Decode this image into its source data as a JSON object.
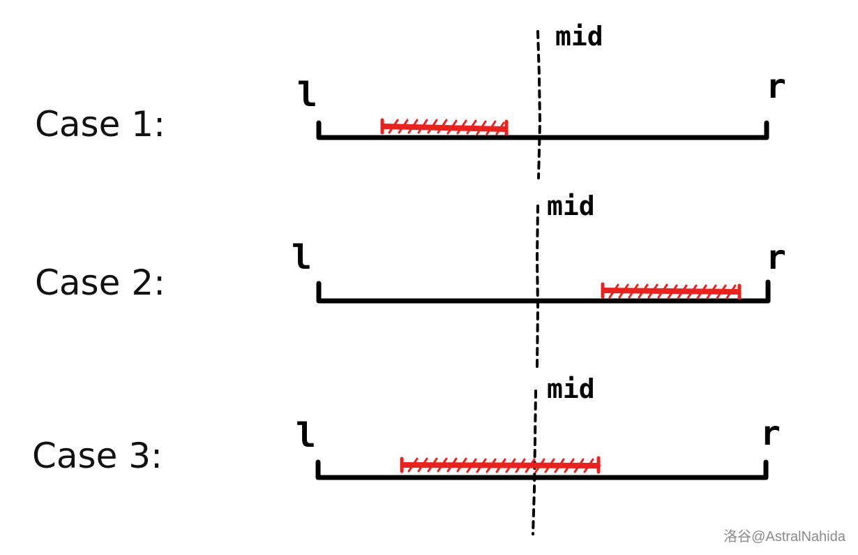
{
  "cases": [
    {
      "label": "Case 1:",
      "left_label": "l",
      "right_label": "r",
      "mid_label": "mid",
      "segment": "left-of-mid"
    },
    {
      "label": "Case 2:",
      "left_label": "l",
      "right_label": "r",
      "mid_label": "mid",
      "segment": "right-of-mid"
    },
    {
      "label": "Case 3:",
      "left_label": "l",
      "right_label": "r",
      "mid_label": "mid",
      "segment": "crosses-mid"
    }
  ],
  "watermark": "洛谷@AstralNahida",
  "colors": {
    "line": "#000000",
    "segment": "#e8231f",
    "text": "#111111",
    "watermark": "#8a8a8a"
  }
}
